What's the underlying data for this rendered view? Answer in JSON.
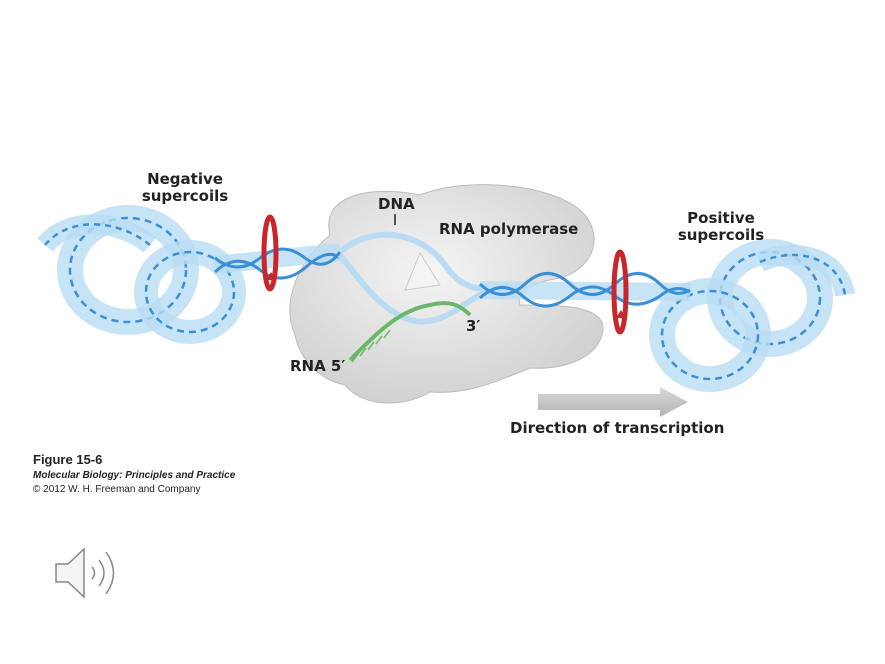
{
  "labels": {
    "negative_supercoils": [
      "Negative",
      "supercoils"
    ],
    "positive_supercoils": [
      "Positive",
      "supercoils"
    ],
    "dna": "DNA",
    "rna_polymerase": "RNA polymerase",
    "three_prime": "3′",
    "rna_five_prime": "RNA 5′",
    "direction": "Direction of transcription"
  },
  "caption": {
    "figure": "Figure 15-6",
    "book": "Molecular Biology: Principles and Practice",
    "copyright": "© 2012 W. H. Freeman and Company"
  },
  "colors": {
    "dna": "#3a8fd6",
    "dna_light": "#b9dcf4",
    "rna": "#6cb86a",
    "polymerase": "#dcdcdc",
    "swivel": "#c8262b",
    "arrow": "#c4c4c4",
    "text": "#222222"
  },
  "icons": {
    "audio": "speaker-icon"
  }
}
